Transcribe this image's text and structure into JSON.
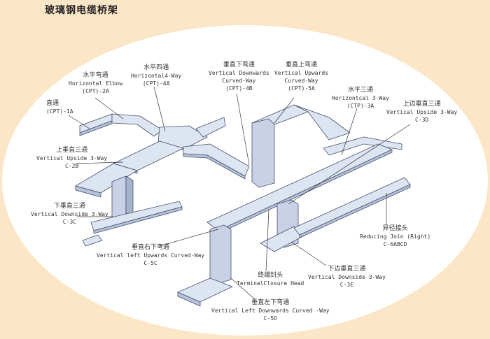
{
  "title": "玻璃钢电缆桥架",
  "colors": {
    "background": "#fbe6c8",
    "ellipse": "#ffffff",
    "tray_top": "#dde4f2",
    "tray_side": "#b6c2da",
    "tray_edge": "#44506a"
  },
  "labels": {
    "l1": {
      "zh": "直通",
      "en1": "(CPT)-1A"
    },
    "l2": {
      "zh": "水平弯通",
      "en1": "Horizontal Elbow",
      "en2": "(CPT)-2A"
    },
    "l3": {
      "zh": "水平四通",
      "en1": "Horizontal4-Way",
      "en2": "(CPT)-4A"
    },
    "l4": {
      "zh": "垂直下弯通",
      "en1": "Vertical Downwards",
      "en2": "Curved-Way",
      "en3": "(CPT)-4B"
    },
    "l5": {
      "zh": "垂直上弯通",
      "en1": "Vertical Upwards",
      "en2": "Curved-Way",
      "en3": "(CPT)-5A"
    },
    "l6": {
      "zh": "水平三通",
      "en1": "Horizontcal 3-Way",
      "en2": "(CTP)-3A"
    },
    "l7": {
      "zh": "上边垂直三通",
      "en1": "Vertical Upside 3-Way",
      "en2": "C-3D"
    },
    "l8": {
      "zh": "上垂直三通",
      "en1": "Vertical Upside 3-Way",
      "en2": "C-2B"
    },
    "l9": {
      "zh": "下垂直三通",
      "en1": "Vertical Downside 3-Way",
      "en2": "C-3C"
    },
    "l10": {
      "zh": "异径接头",
      "en1": "Reducing Join (Right)",
      "en2": "C-6ABCD"
    },
    "l11": {
      "zh": "垂直右下弯通",
      "en1": "Vertical left Upwards Curved-Way",
      "en2": "C-5C"
    },
    "l12": {
      "zh": "终端封头",
      "en1": "TerminalClosure Head"
    },
    "l13": {
      "zh": "下边垂直三通",
      "en1": "Vertical Downside 3-Way",
      "en2": "C-3E"
    },
    "l14": {
      "zh": "垂直左下弯通",
      "en1": "Vertical Left Downwards Curved -Way",
      "en2": "C-5D"
    }
  }
}
